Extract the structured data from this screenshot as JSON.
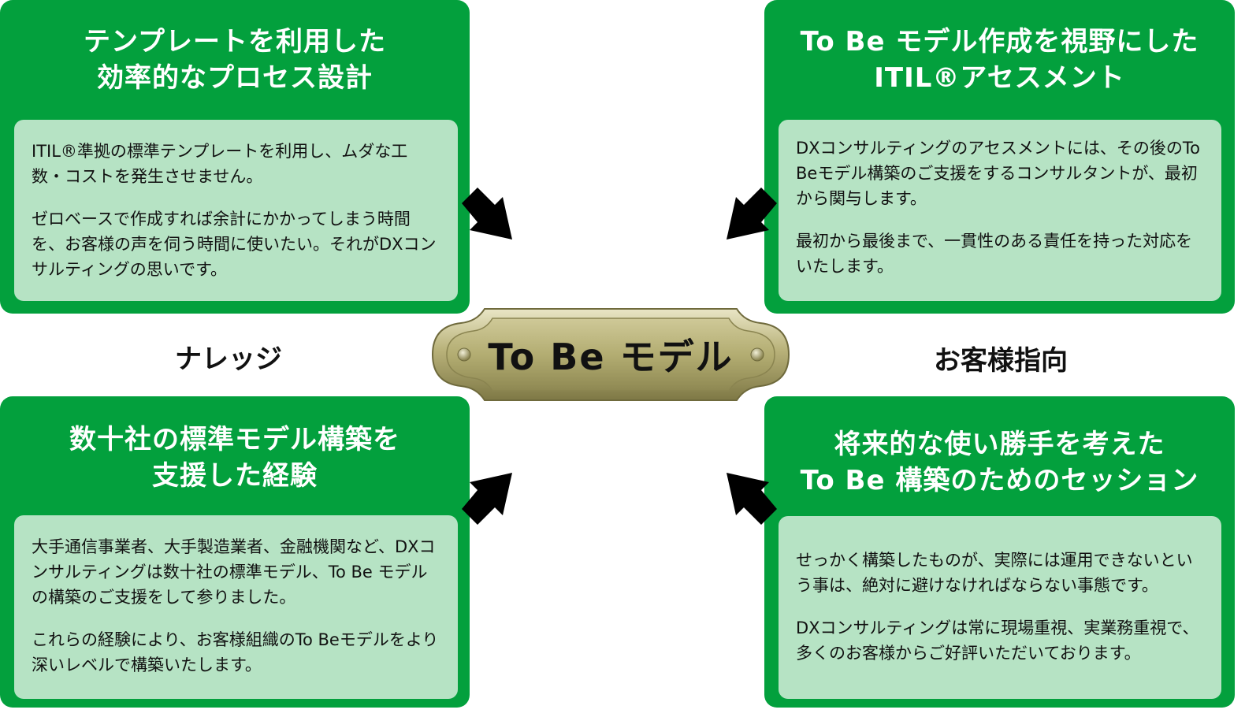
{
  "center": {
    "label": "To Be モデル"
  },
  "side_labels": {
    "left": "ナレッジ",
    "right": "お客様指向"
  },
  "cards": {
    "top_left": {
      "title": [
        "テンプレートを利用した",
        "効率的なプロセス設計"
      ],
      "paragraphs": [
        "ITIL®準拠の標準テンプレートを利用し、ムダな工数・コストを発生させません。",
        "ゼロベースで作成すれば余計にかかってしまう時間を、お客様の声を伺う時間に使いたい。それがDXコンサルティングの思いです。"
      ]
    },
    "top_right": {
      "title": [
        "To Be モデル作成を視野にした",
        "ITIL®アセスメント"
      ],
      "paragraphs": [
        "DXコンサルティングのアセスメントには、その後のTo Beモデル構築のご支援をするコンサルタントが、最初から関与します。",
        "最初から最後まで、一貫性のある責任を持った対応をいたします。"
      ]
    },
    "bottom_left": {
      "title": [
        "数十社の標準モデル構築を",
        "支援した経験"
      ],
      "paragraphs": [
        "大手通信事業者、大手製造業者、金融機関など、DXコンサルティングは数十社の標準モデル、To Be モデルの構築のご支援をして参りました。",
        "これらの経験により、お客様組織のTo Beモデルをより深いレベルで構築いたします。"
      ]
    },
    "bottom_right": {
      "title": [
        "将来的な使い勝手を考えた",
        "To Be 構築のためのセッション"
      ],
      "paragraphs": [
        "せっかく構築したものが、実際には運用できないという事は、絶対に避けなければならない事態です。",
        "DXコンサルティングは常に現場重視、実業務重視で、多くのお客様からご好評いただいております。"
      ]
    }
  },
  "colors": {
    "card_green": "#03a03d",
    "card_body": "#b6e3c4",
    "arrow": "#000000",
    "plaque_gold": "#b3ad72"
  }
}
